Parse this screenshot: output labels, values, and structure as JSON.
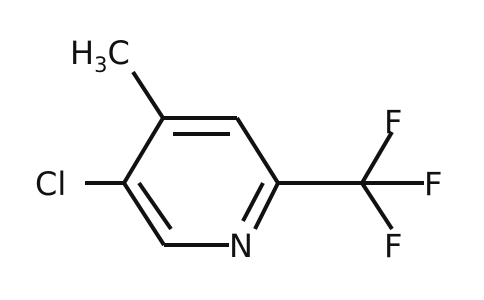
{
  "molecule": {
    "atoms": {
      "methyl": {
        "prefix": "H",
        "subscript": "3",
        "suffix": "C"
      },
      "chlorine": "Cl",
      "nitrogen": "N",
      "fluorine_top": "F",
      "fluorine_right": "F",
      "fluorine_bottom": "F"
    }
  },
  "colors": {
    "bond": "#111111",
    "text": "#111111",
    "background": "#ffffff"
  }
}
